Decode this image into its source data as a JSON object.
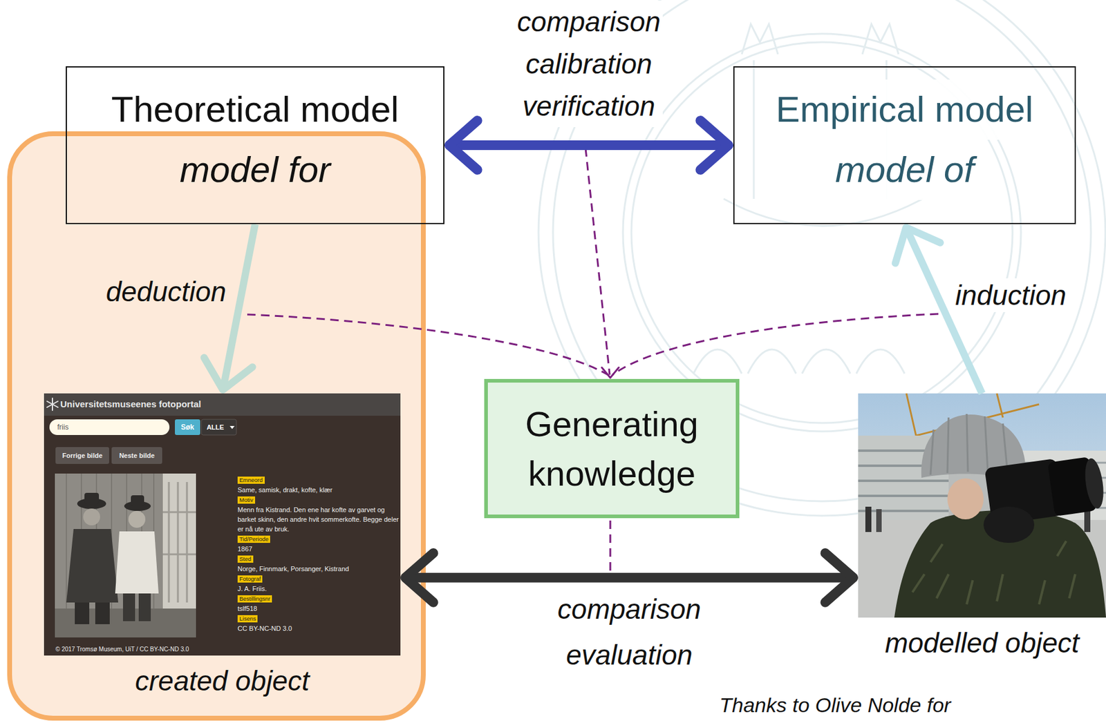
{
  "diagram": {
    "nodes": [
      {
        "text": [
          "Theoretical model",
          "model for"
        ]
      },
      {
        "text": [
          "Empirical model",
          "model of"
        ]
      },
      {
        "text": [
          "Generating knowledge"
        ]
      },
      {
        "text": [
          "created object"
        ]
      },
      {
        "text": [
          "modelled object"
        ]
      }
    ],
    "edges": [
      {
        "from": 0,
        "to": 1,
        "arrow": "both",
        "label": "comparison calibration verification"
      },
      {
        "from": 0,
        "to": 3,
        "arrow": "to",
        "label": "deduction"
      },
      {
        "from": 4,
        "to": 1,
        "arrow": "to",
        "label": "induction"
      },
      {
        "from": 3,
        "to": 4,
        "arrow": "both",
        "label": "comparison evaluation"
      }
    ],
    "labels": [
      "Universitetsmuseenes fotoportal",
      "friis",
      "Søk",
      "ALLE",
      "Forrige bilde",
      "Neste bilde",
      "Emneord",
      "Same, samisk, drakt, kofte, klær",
      "Motiv",
      "Menn fra Kistrand. Den ene har kofte av garvet og barket skinn, den andre hvit sommerkofte. Begge deler er nå ute av bruk.",
      "Tid/Periode",
      "1867",
      "Sted",
      "Norge, Finnmark, Porsanger, Kistrand",
      "Fotograf",
      "J. A. Friis.",
      "Bestillingsnr",
      "tslf518",
      "Lisens",
      "CC BY-NC-ND 3.0",
      "© 2017 Tromsø Museum, UiT / CC BY-NC-ND 3.0",
      "Thanks to Olive Nolde for"
    ]
  }
}
